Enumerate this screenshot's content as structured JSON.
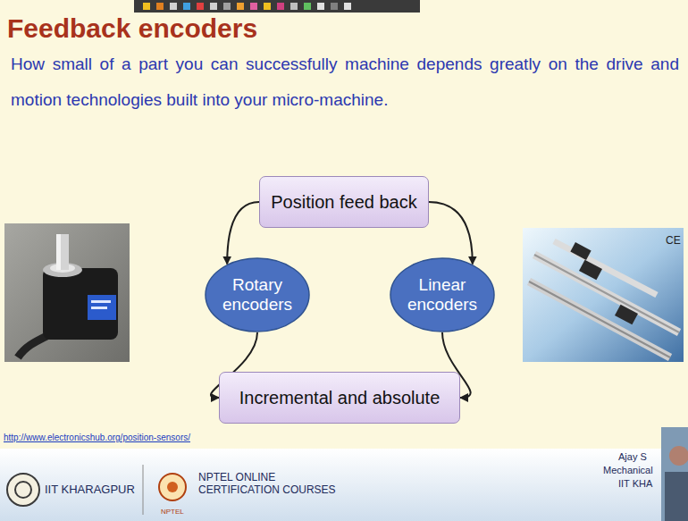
{
  "diagram": {
    "title": "Feedback encoders",
    "nodes": [
      {
        "text": [
          "Position feed back"
        ]
      },
      {
        "text": [
          "Rotary encoders"
        ]
      },
      {
        "text": [
          "Linear encoders"
        ]
      },
      {
        "text": [
          "Incremental and absolute"
        ]
      }
    ],
    "edges": [
      {
        "from": 0,
        "to": 1,
        "arrow": "to"
      },
      {
        "from": 0,
        "to": 2,
        "arrow": "to"
      },
      {
        "from": 1,
        "to": 3,
        "arrow": "to"
      },
      {
        "from": 2,
        "to": 3,
        "arrow": "to"
      }
    ],
    "labels": [
      "How small of a part you can successfully machine depends greatly on the drive and motion technologies built into your micro-machine.",
      "CE",
      "http://www.electronicshub.org/position-sensors/",
      "IIT KHARAGPUR",
      "NPTEL ONLINE CERTIFICATION COURSES",
      "NPTEL",
      "Ajay S",
      "Mechanical",
      "IIT KHA"
    ]
  }
}
